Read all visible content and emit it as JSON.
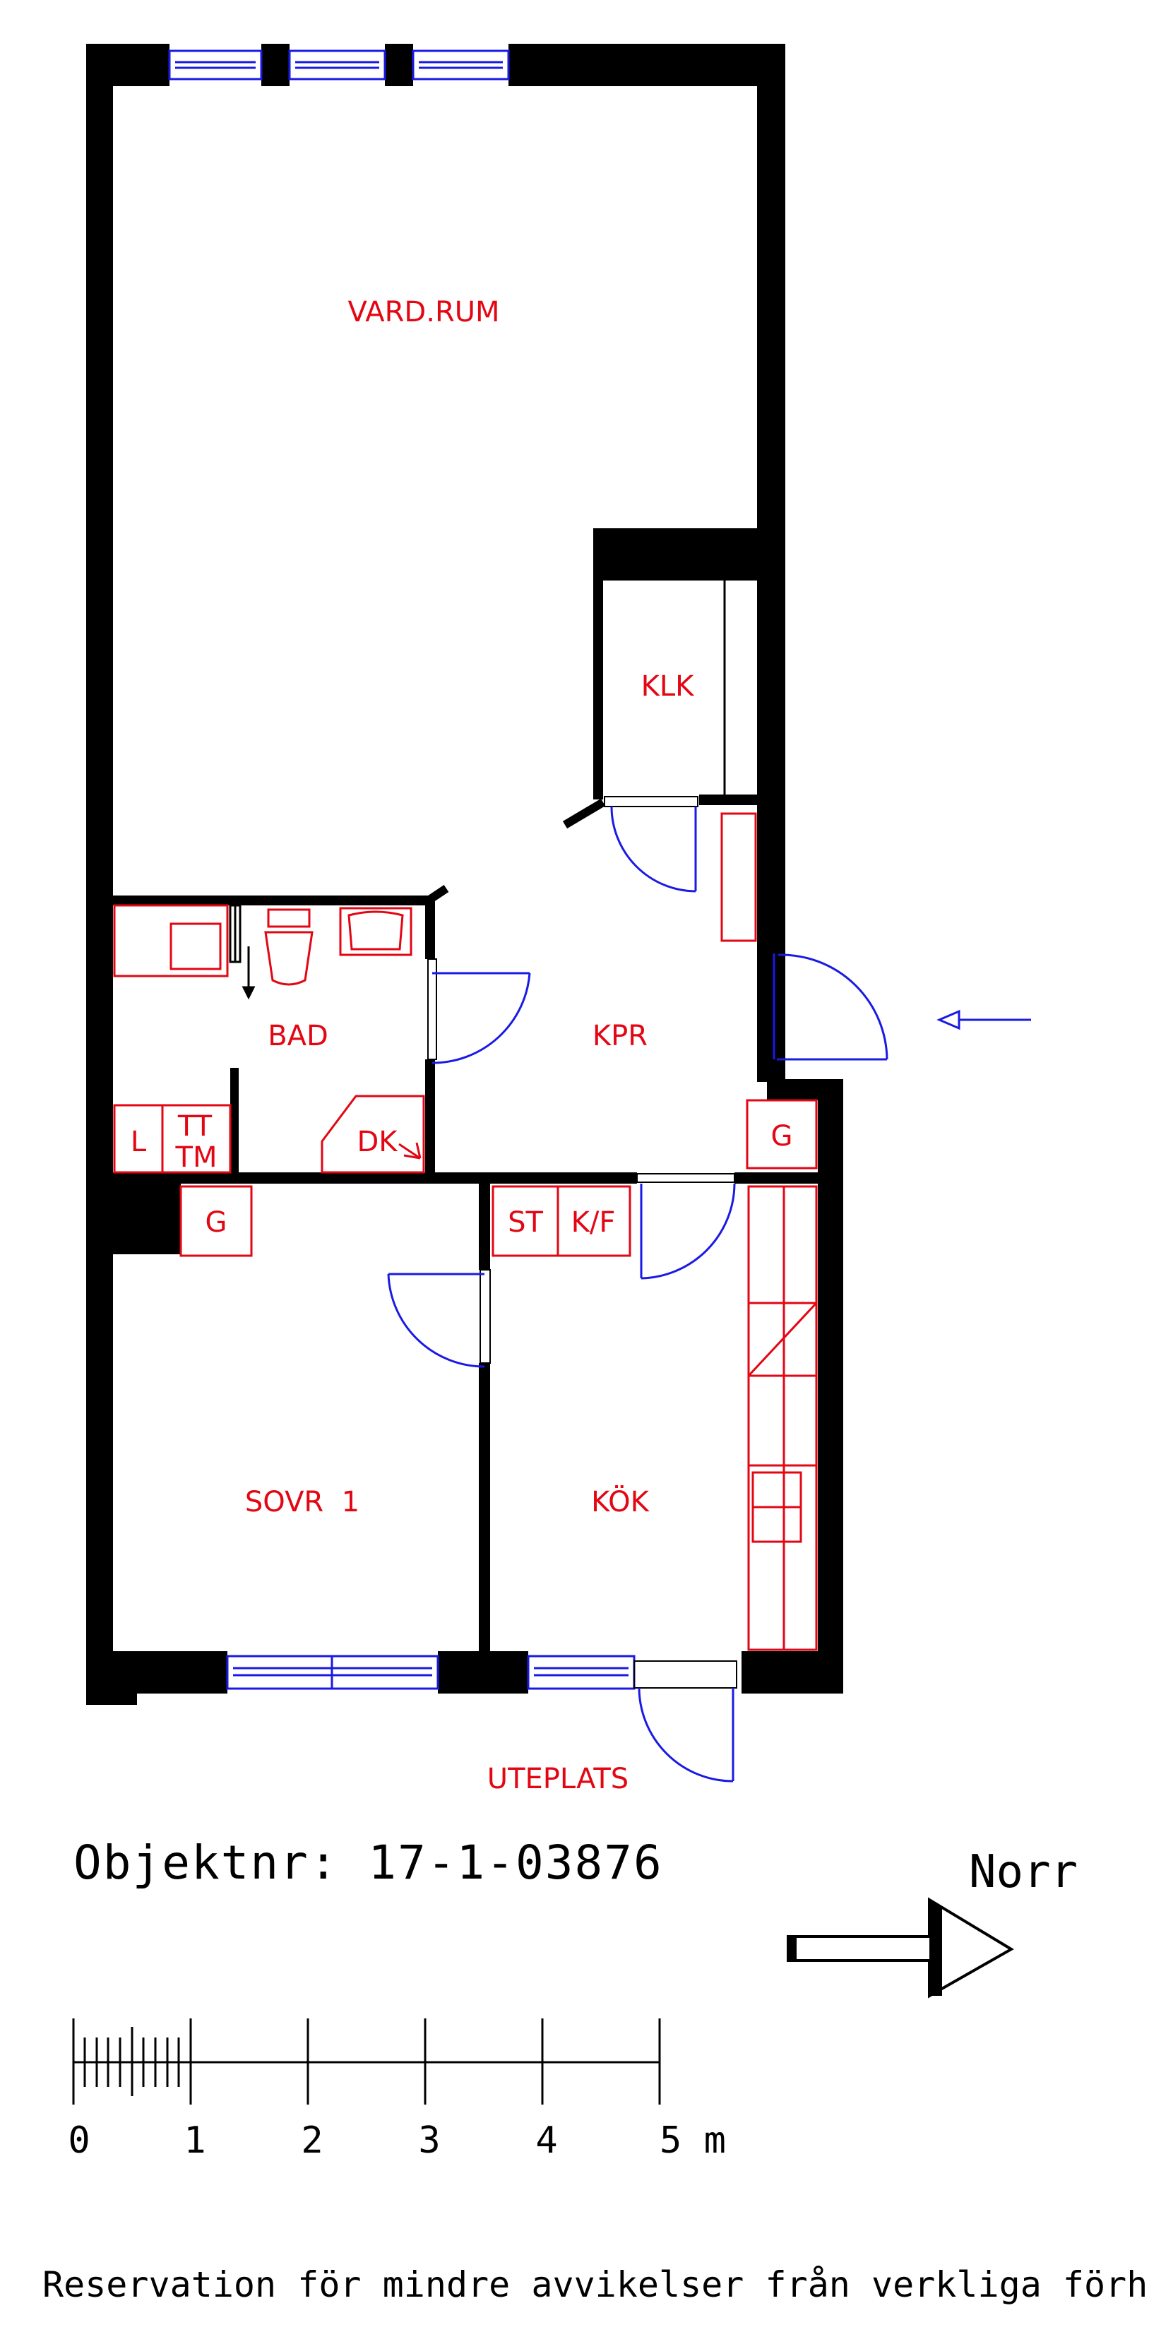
{
  "rooms": {
    "vardrum": "VARD.RUM",
    "klk": "KLK",
    "kpr": "KPR",
    "bad": "BAD",
    "sovr": "SOVR  1",
    "kok": "KÖK",
    "uteplats": "UTEPLATS"
  },
  "fixtures": {
    "dk": "DK",
    "l": "L",
    "tt": "TT",
    "tm": "TM",
    "g_hall": "G",
    "g_sovr": "G",
    "st": "ST",
    "kf": "K/F"
  },
  "object_number": "Objektnr: 17-1-03876",
  "north_label": "Norr",
  "scale_bar": {
    "ticks": [
      "0",
      "1",
      "2",
      "3",
      "4",
      "5 m"
    ]
  },
  "disclaimer": "Reservation för mindre avvikelser från verkliga förhållanden",
  "colors": {
    "walls": "#000000",
    "labels": "#e30613",
    "doors_windows": "#1a1ae6"
  }
}
